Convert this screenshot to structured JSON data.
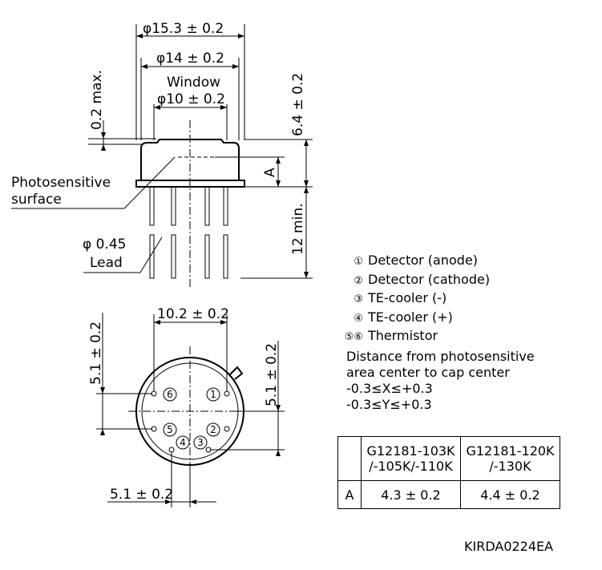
{
  "dimensions": {
    "cap_outer_diameter": "φ15.3 ± 0.2",
    "cap_diameter": "φ14 ± 0.2",
    "window_label": "Window",
    "window_diameter": "φ10 ± 0.2",
    "max_offset": "0.2 max.",
    "total_height": "6.4 ± 0.2",
    "surface_height_ref": "A",
    "lead_length": "12 min.",
    "lead_diameter": "φ 0.45",
    "lead_label": "Lead",
    "photosensitive_label_1": "Photosensitive",
    "photosensitive_label_2": "surface",
    "pin_spacing_top": "10.2 ± 0.2",
    "pin_spacing_left": "5.1 ± 0.2",
    "pin_spacing_right": "5.1 ± 0.2",
    "pin_spacing_bottom": "5.1 ± 0.2"
  },
  "pins": [
    {
      "number": "①",
      "label": "Detector (anode)"
    },
    {
      "number": "②",
      "label": "Detector (cathode)"
    },
    {
      "number": "③",
      "label": "TE-cooler (-)"
    },
    {
      "number": "④",
      "label": "TE-cooler (+)"
    },
    {
      "number": "⑤⑥",
      "label": "Thermistor"
    }
  ],
  "pin_marks": {
    "p1": "1",
    "p2": "2",
    "p3": "3",
    "p4": "4",
    "p5": "5",
    "p6": "6"
  },
  "note": {
    "line1": "Distance from photosensitive",
    "line2": "area center to cap center",
    "line3": "-0.3≤X≤+0.3",
    "line4": "-0.3≤Y≤+0.3"
  },
  "table": {
    "header_blank": "",
    "col1_line1": "G12181-103K",
    "col1_line2": "/-105K/-110K",
    "col2_line1": "G12181-120K",
    "col2_line2": "/-130K",
    "row_label": "A",
    "val1": "4.3 ± 0.2",
    "val2": "4.4 ± 0.2"
  },
  "drawing_code": "KIRDA0224EA"
}
